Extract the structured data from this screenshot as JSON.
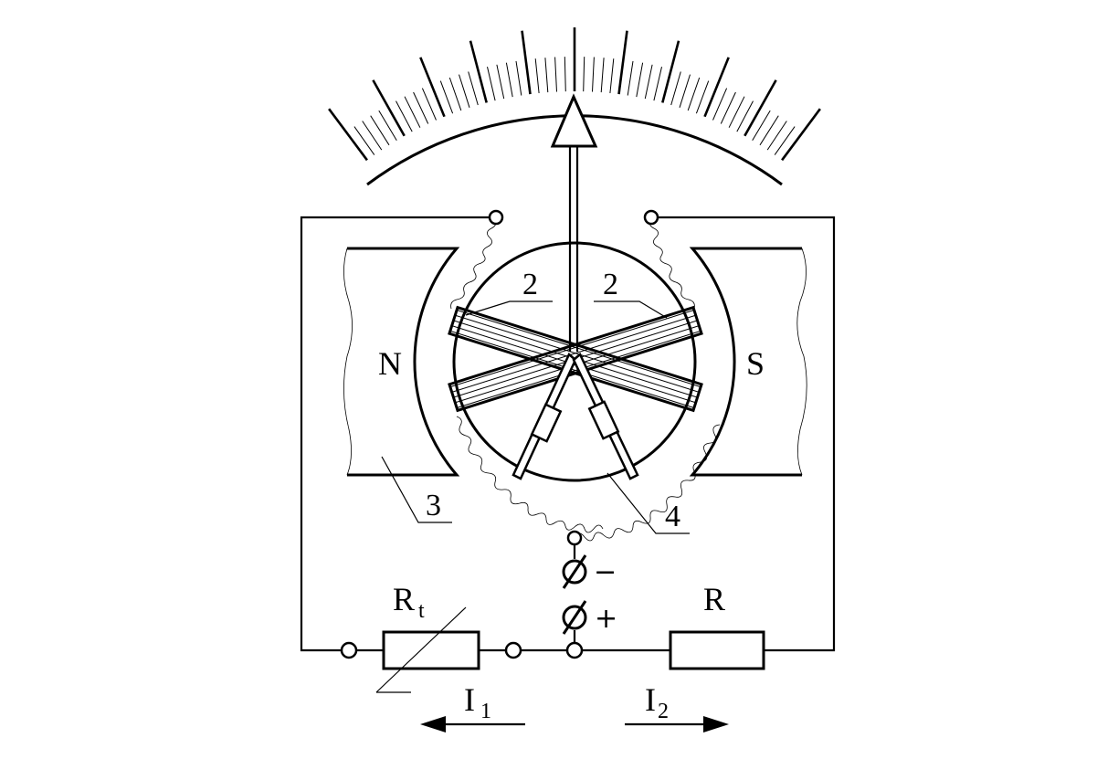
{
  "labels": {
    "pole_north": "N",
    "pole_south": "S",
    "coil_left": "2",
    "coil_right": "2",
    "magnet": "3",
    "core": "4",
    "resistor_t_base": "R",
    "resistor_t_sub": "t",
    "resistor": "R",
    "current1_base": "I",
    "current1_sub": "1",
    "current2_base": "I",
    "current2_sub": "2",
    "minus": "−",
    "plus": "+"
  }
}
